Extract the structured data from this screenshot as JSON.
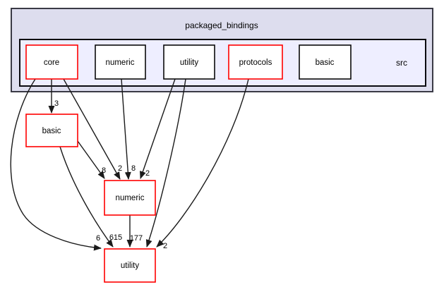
{
  "diagram": {
    "type": "directory-dependency-graph",
    "clusters": {
      "outer": {
        "label": "packaged_bindings",
        "fill": "#ddddee",
        "border": "#3a3a46"
      },
      "inner": {
        "label": "src",
        "fill": "#eeeeff",
        "border": "#0a0a0f"
      }
    },
    "nodes": {
      "src_core": {
        "label": "core",
        "border": "#ff0000",
        "fill": "#ffffff"
      },
      "src_numeric": {
        "label": "numeric",
        "border": "#0a0a0a",
        "fill": "#ffffff"
      },
      "src_utility": {
        "label": "utility",
        "border": "#0a0a0a",
        "fill": "#ffffff"
      },
      "src_protocols": {
        "label": "protocols",
        "border": "#ff0000",
        "fill": "#ffffff"
      },
      "src_basic": {
        "label": "basic",
        "border": "#0a0a0a",
        "fill": "#ffffff"
      },
      "ext_basic": {
        "label": "basic",
        "border": "#ff0000",
        "fill": "#ffffff"
      },
      "ext_numeric": {
        "label": "numeric",
        "border": "#ff0000",
        "fill": "#ffffff"
      },
      "ext_utility": {
        "label": "utility",
        "border": "#ff0000",
        "fill": "#ffffff"
      }
    },
    "edges": [
      {
        "from": "src/core",
        "to": "basic",
        "label": "3"
      },
      {
        "from": "src/core",
        "to": "numeric",
        "label": "2"
      },
      {
        "from": "src/core",
        "to": "utility",
        "label": "6"
      },
      {
        "from": "src/numeric",
        "to": "numeric",
        "label": "8"
      },
      {
        "from": "src/utility",
        "to": "numeric",
        "label": "2"
      },
      {
        "from": "src/utility",
        "to": "utility",
        "label": ""
      },
      {
        "from": "src/protocols",
        "to": "utility",
        "label": "2"
      },
      {
        "from": "basic",
        "to": "numeric",
        "label": "8"
      },
      {
        "from": "basic",
        "to": "utility",
        "label": "615"
      },
      {
        "from": "numeric",
        "to": "utility",
        "label": "177"
      }
    ],
    "colors": {
      "edge": "#1a1a1a",
      "red_border": "#ff0000",
      "outer_fill": "#ddddee",
      "inner_fill": "#eeeeff"
    }
  }
}
